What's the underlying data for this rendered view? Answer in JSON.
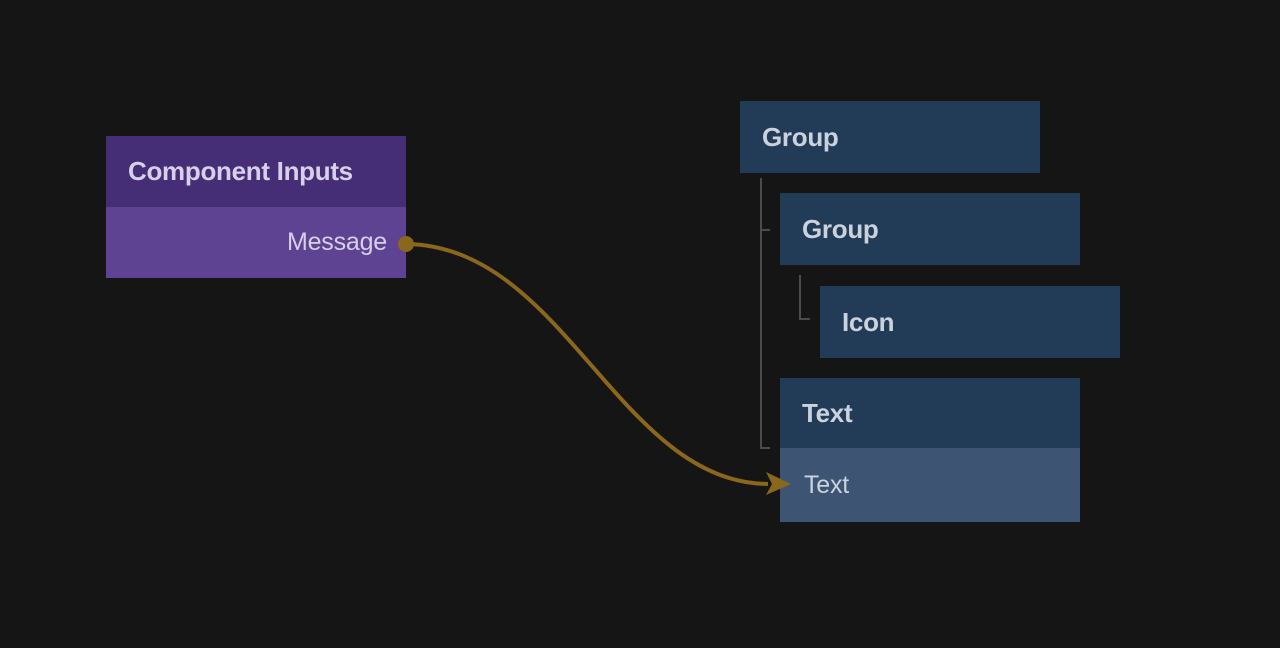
{
  "colors": {
    "background": "#151515",
    "purple_header": "#462E77",
    "purple_row": "#5E4392",
    "purple_text": "#D6D0E8",
    "navy_node": "#223B57",
    "highlight_row": "#3D5472",
    "node_text": "#CAD2DE",
    "connection": "#8A671D",
    "tree_line": "#4B4B4B"
  },
  "component_inputs_node": {
    "title": "Component Inputs",
    "output_ports": [
      {
        "label": "Message"
      }
    ]
  },
  "layer_nodes": [
    {
      "id": "group-1",
      "label": "Group",
      "depth": 0
    },
    {
      "id": "group-2",
      "label": "Group",
      "depth": 1
    },
    {
      "id": "icon",
      "label": "Icon",
      "depth": 2
    },
    {
      "id": "text",
      "label": "Text",
      "depth": 1,
      "input_rows": [
        {
          "label": "Text",
          "highlighted": true
        }
      ]
    }
  ],
  "connection": {
    "from_port": "Message",
    "to_node": "Text"
  }
}
